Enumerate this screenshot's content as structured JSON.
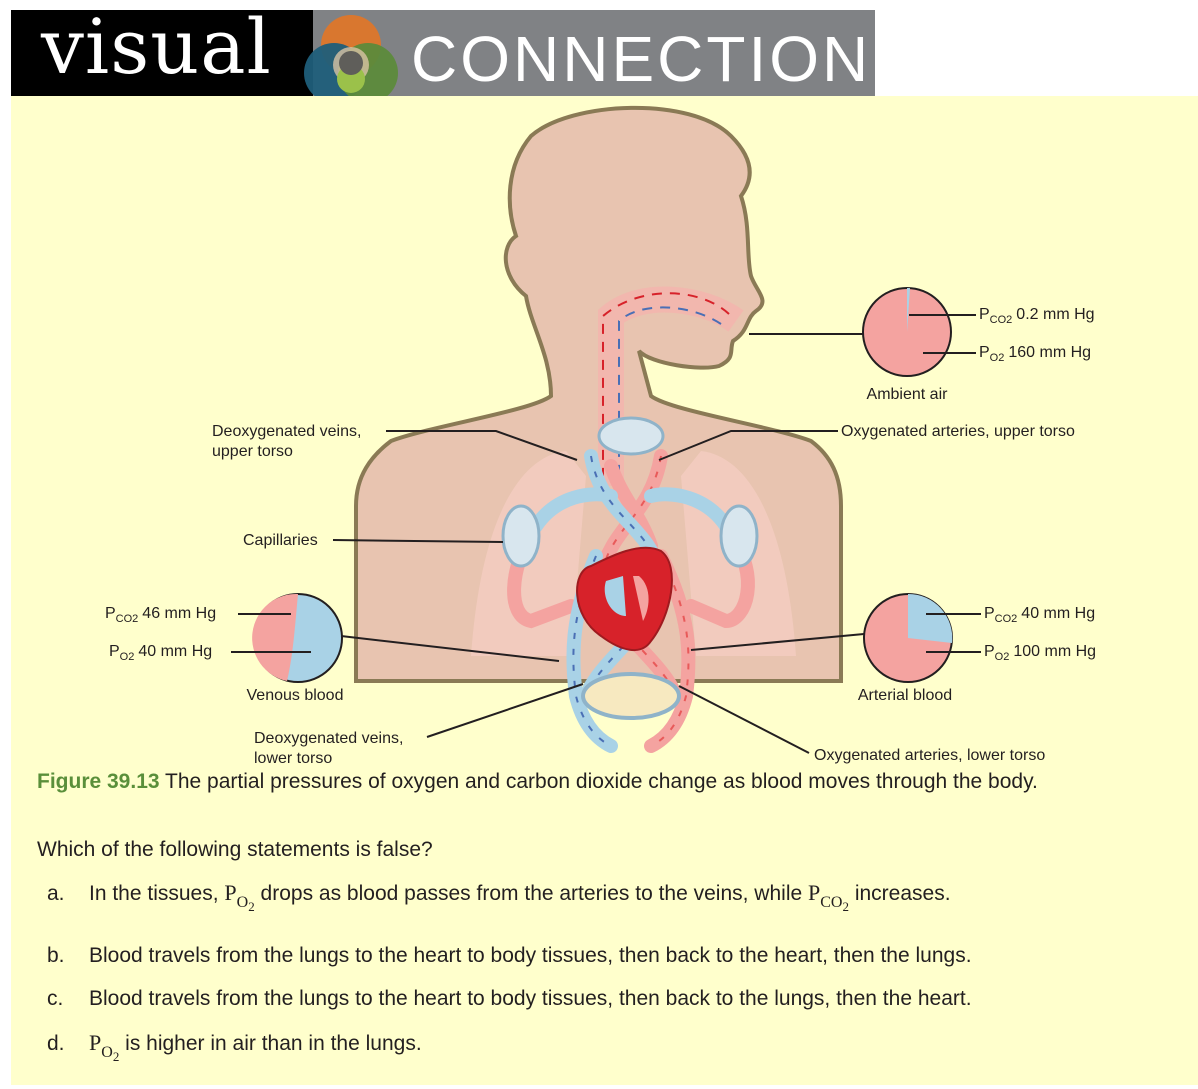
{
  "banner": {
    "word1": "visual",
    "word2": "CONNECTION"
  },
  "diagram": {
    "ambient_air": {
      "pco2_label": "P",
      "pco2_sub": "CO2",
      "pco2_value": "0.2 mm Hg",
      "po2_label": "P",
      "po2_sub": "O2",
      "po2_value": "160 mm Hg",
      "caption": "Ambient air"
    },
    "venous_blood": {
      "pco2_label": "P",
      "pco2_sub": "CO2",
      "pco2_value": "46 mm Hg",
      "po2_label": "P",
      "po2_sub": "O2",
      "po2_value": "40 mm Hg",
      "caption": "Venous blood"
    },
    "arterial_blood": {
      "pco2_label": "P",
      "pco2_sub": "CO2",
      "pco2_value": "40 mm Hg",
      "po2_label": "P",
      "po2_sub": "O2",
      "po2_value": "100 mm Hg",
      "caption": "Arterial blood"
    },
    "labels": {
      "deox_upper_1": "Deoxygenated veins,",
      "deox_upper_2": "upper torso",
      "ox_upper": "Oxygenated arteries, upper torso",
      "capillaries": "Capillaries",
      "deox_lower_1": "Deoxygenated veins,",
      "deox_lower_2": "lower torso",
      "ox_lower": "Oxygenated arteries, lower torso"
    },
    "colors": {
      "oxygenated": "#f4a3a0",
      "deoxygenated": "#a9d2e6",
      "body": "#e8c4b0",
      "heart": "#d7222a"
    }
  },
  "caption": {
    "figure": "Figure 39.13",
    "text": " The partial pressures of oxygen and carbon dioxide change as blood moves through the body."
  },
  "question": "Which of the following statements is false?",
  "options": {
    "a": {
      "letter": "a.",
      "t1": "In the tissues, ",
      "p": "P",
      "o": "O",
      "two": "2",
      "t2": " drops as blood passes from the arteries to the veins, while ",
      "p2": "P",
      "co": "CO",
      "two2": "2",
      "t3": " increases."
    },
    "b": {
      "letter": "b.",
      "text": "Blood travels from the lungs to the heart to body tissues, then back to the heart, then the lungs."
    },
    "c": {
      "letter": "c.",
      "text": "Blood travels from the lungs to the heart to body tissues, then back to the lungs, then the heart."
    },
    "d": {
      "letter": "d.",
      "p": "P",
      "o": "O",
      "two": "2",
      "text": " is higher in air than in the lungs."
    }
  }
}
